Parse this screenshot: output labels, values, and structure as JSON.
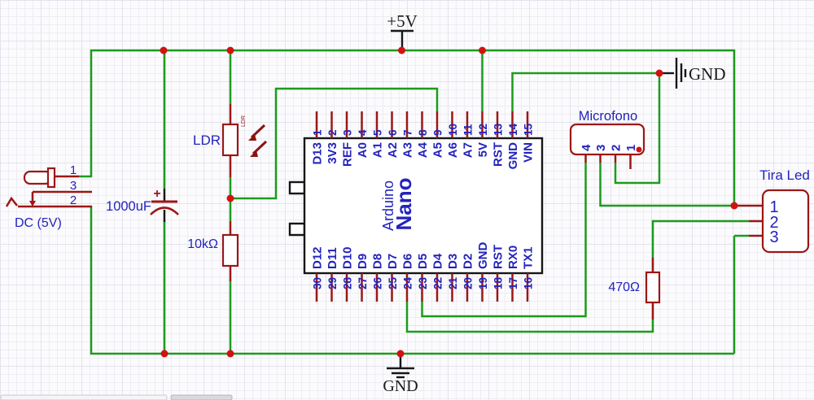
{
  "diagram": {
    "power": {
      "vcc_label": "+5V",
      "gnd_top_label": "GND",
      "gnd_bottom_label": "GND"
    },
    "dc_jack": {
      "label": "DC (5V)",
      "pin_top": "1",
      "pin_mid": "3",
      "pin_bot": "2"
    },
    "capacitor": {
      "value": "1000uF",
      "polarity": "+"
    },
    "ldr": {
      "label": "LDR",
      "small_label": "LDR"
    },
    "resistor_10k": {
      "value": "10kΩ"
    },
    "resistor_470": {
      "value": "470Ω"
    },
    "arduino": {
      "title_line1": "Arduino",
      "title_line2": "Nano",
      "top_pins": [
        {
          "num": "1",
          "label": "D13"
        },
        {
          "num": "2",
          "label": "3V3"
        },
        {
          "num": "3",
          "label": "REF"
        },
        {
          "num": "4",
          "label": "A0"
        },
        {
          "num": "5",
          "label": "A1"
        },
        {
          "num": "6",
          "label": "A2"
        },
        {
          "num": "7",
          "label": "A3"
        },
        {
          "num": "8",
          "label": "A4"
        },
        {
          "num": "9",
          "label": "A5"
        },
        {
          "num": "10",
          "label": "A6"
        },
        {
          "num": "11",
          "label": "A7"
        },
        {
          "num": "12",
          "label": "5V"
        },
        {
          "num": "13",
          "label": "RST"
        },
        {
          "num": "14",
          "label": "GND"
        },
        {
          "num": "15",
          "label": "VIN"
        }
      ],
      "bottom_pins": [
        {
          "num": "30",
          "label": "D12"
        },
        {
          "num": "29",
          "label": "D11"
        },
        {
          "num": "28",
          "label": "D10"
        },
        {
          "num": "27",
          "label": "D9"
        },
        {
          "num": "26",
          "label": "D8"
        },
        {
          "num": "25",
          "label": "D7"
        },
        {
          "num": "24",
          "label": "D6"
        },
        {
          "num": "23",
          "label": "D5"
        },
        {
          "num": "22",
          "label": "D4"
        },
        {
          "num": "21",
          "label": "D3"
        },
        {
          "num": "20",
          "label": "D2"
        },
        {
          "num": "19",
          "label": "GND"
        },
        {
          "num": "18",
          "label": "RST"
        },
        {
          "num": "17",
          "label": "RX0"
        },
        {
          "num": "16",
          "label": "TX1"
        }
      ]
    },
    "microfono": {
      "label": "Microfono",
      "pins": [
        "4",
        "3",
        "2",
        "1"
      ]
    },
    "tira_led": {
      "label": "Tira Led",
      "pins": [
        "1",
        "2",
        "3"
      ]
    },
    "colors": {
      "wire_green": "#1d9b1d",
      "component_red": "#9b1717",
      "junction_red": "#d31111",
      "label_blue": "#2323bb",
      "symbol_black": "#161616"
    }
  }
}
